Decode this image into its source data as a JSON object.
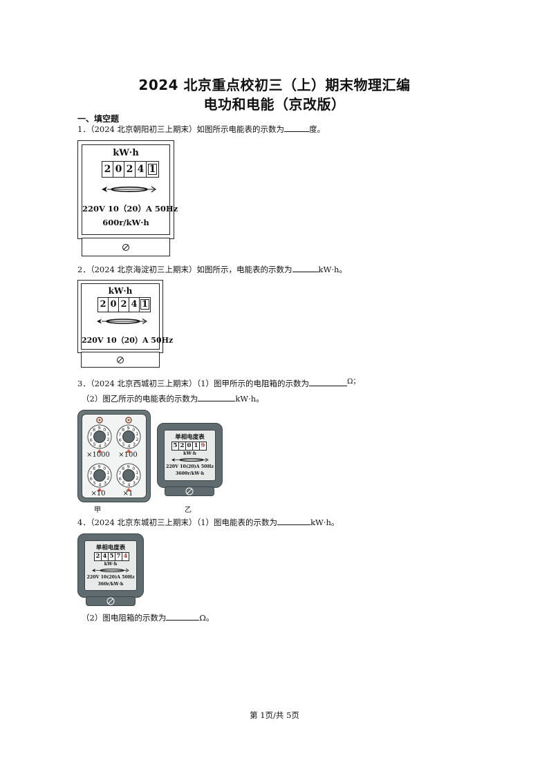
{
  "title_line1": "2024 北京重点校初三（上）期末物理汇编",
  "title_line2": "电功和电能（京改版）",
  "section": "一、填空题",
  "q1": {
    "prefix": "1．（2024 北京朝阳初三上期末）如图所示电能表的示数为",
    "suffix": "度。"
  },
  "q2": {
    "prefix": "2．（2024 北京海淀初三上期末）如图所示，电能表的示数为",
    "suffix": "kW·h。"
  },
  "q3": {
    "line1_prefix": "3．（2024 北京西城初三上期末）（1）图甲所示的电阻箱的示数为",
    "line1_suffix": "Ω；",
    "line2_prefix": "（2）图乙所示的电能表的示数为",
    "line2_suffix": "kW·h。"
  },
  "q4": {
    "line1_prefix": "4．（2024 北京东城初三上期末）（1）图电能表的示数为",
    "line1_suffix": "kW·h。",
    "line2_prefix": "（2）图电阻箱的示数为",
    "line2_suffix": "Ω。"
  },
  "meter1": {
    "unit": "kW·h",
    "digits": [
      "2",
      "0",
      "2",
      "4",
      "1"
    ],
    "spec": "220V  10（20）A  50Hz",
    "rev": "600r/kW·h"
  },
  "meter2": {
    "unit": "kW·h",
    "digits": [
      "2",
      "0",
      "2",
      "4",
      "1"
    ],
    "spec": "220V  10（20）A  50Hz"
  },
  "meter3": {
    "name": "单相电度表",
    "digits": [
      "5",
      "2",
      "0",
      "1",
      "9"
    ],
    "unit": "kW·h",
    "spec": "220V 10(20)A 50Hz",
    "rev": "3600r/kW·h"
  },
  "meter4": {
    "name": "单相电度表",
    "digits": [
      "2",
      "4",
      "5",
      "7",
      "4"
    ],
    "unit": "kW·h",
    "spec": "220V 10(20)A 50Hz",
    "rev": "360r/kW·h"
  },
  "rbox": {
    "labels": [
      "×1000",
      "×100",
      "×10",
      "×1"
    ],
    "dial_numbers": [
      "0",
      "1",
      "2",
      "3",
      "4",
      "5",
      "6",
      "7",
      "8",
      "9"
    ]
  },
  "captions": {
    "jia": "甲",
    "yi": "乙"
  },
  "footer": "第 1页/共 5页",
  "icons": {
    "screw": "screw-slot-icon",
    "disk": "rotating-disk-icon"
  }
}
